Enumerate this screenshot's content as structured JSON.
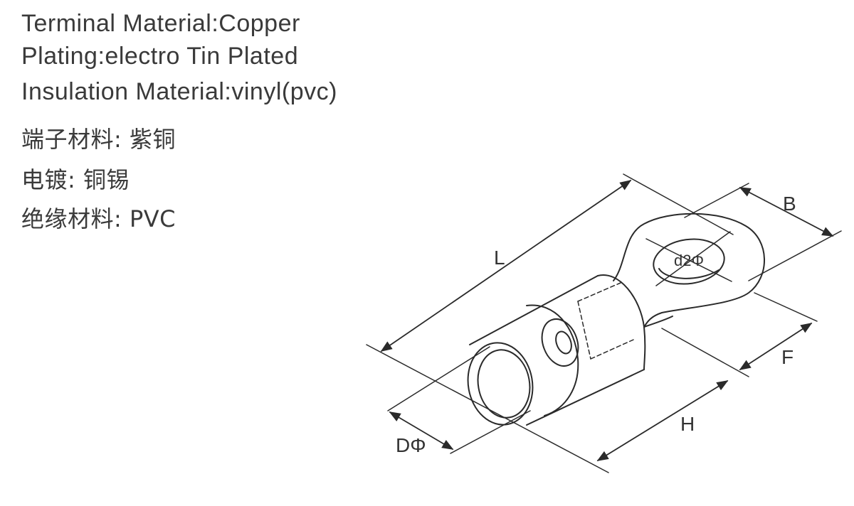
{
  "specs_en": [
    "Terminal Material:Copper",
    "Plating:electro Tin Plated",
    "Insulation Material:vinyl(pvc)"
  ],
  "specs_cn": [
    "端子材料: 紫铜",
    "电镀: 铜锡",
    "绝缘材料: PVC"
  ],
  "dimensions": {
    "L": "L",
    "B": "B",
    "d2": "d2Φ",
    "F": "F",
    "H": "H",
    "D": "DΦ"
  },
  "colors": {
    "line": "#2a2a2a",
    "text": "#3a3a3a"
  }
}
